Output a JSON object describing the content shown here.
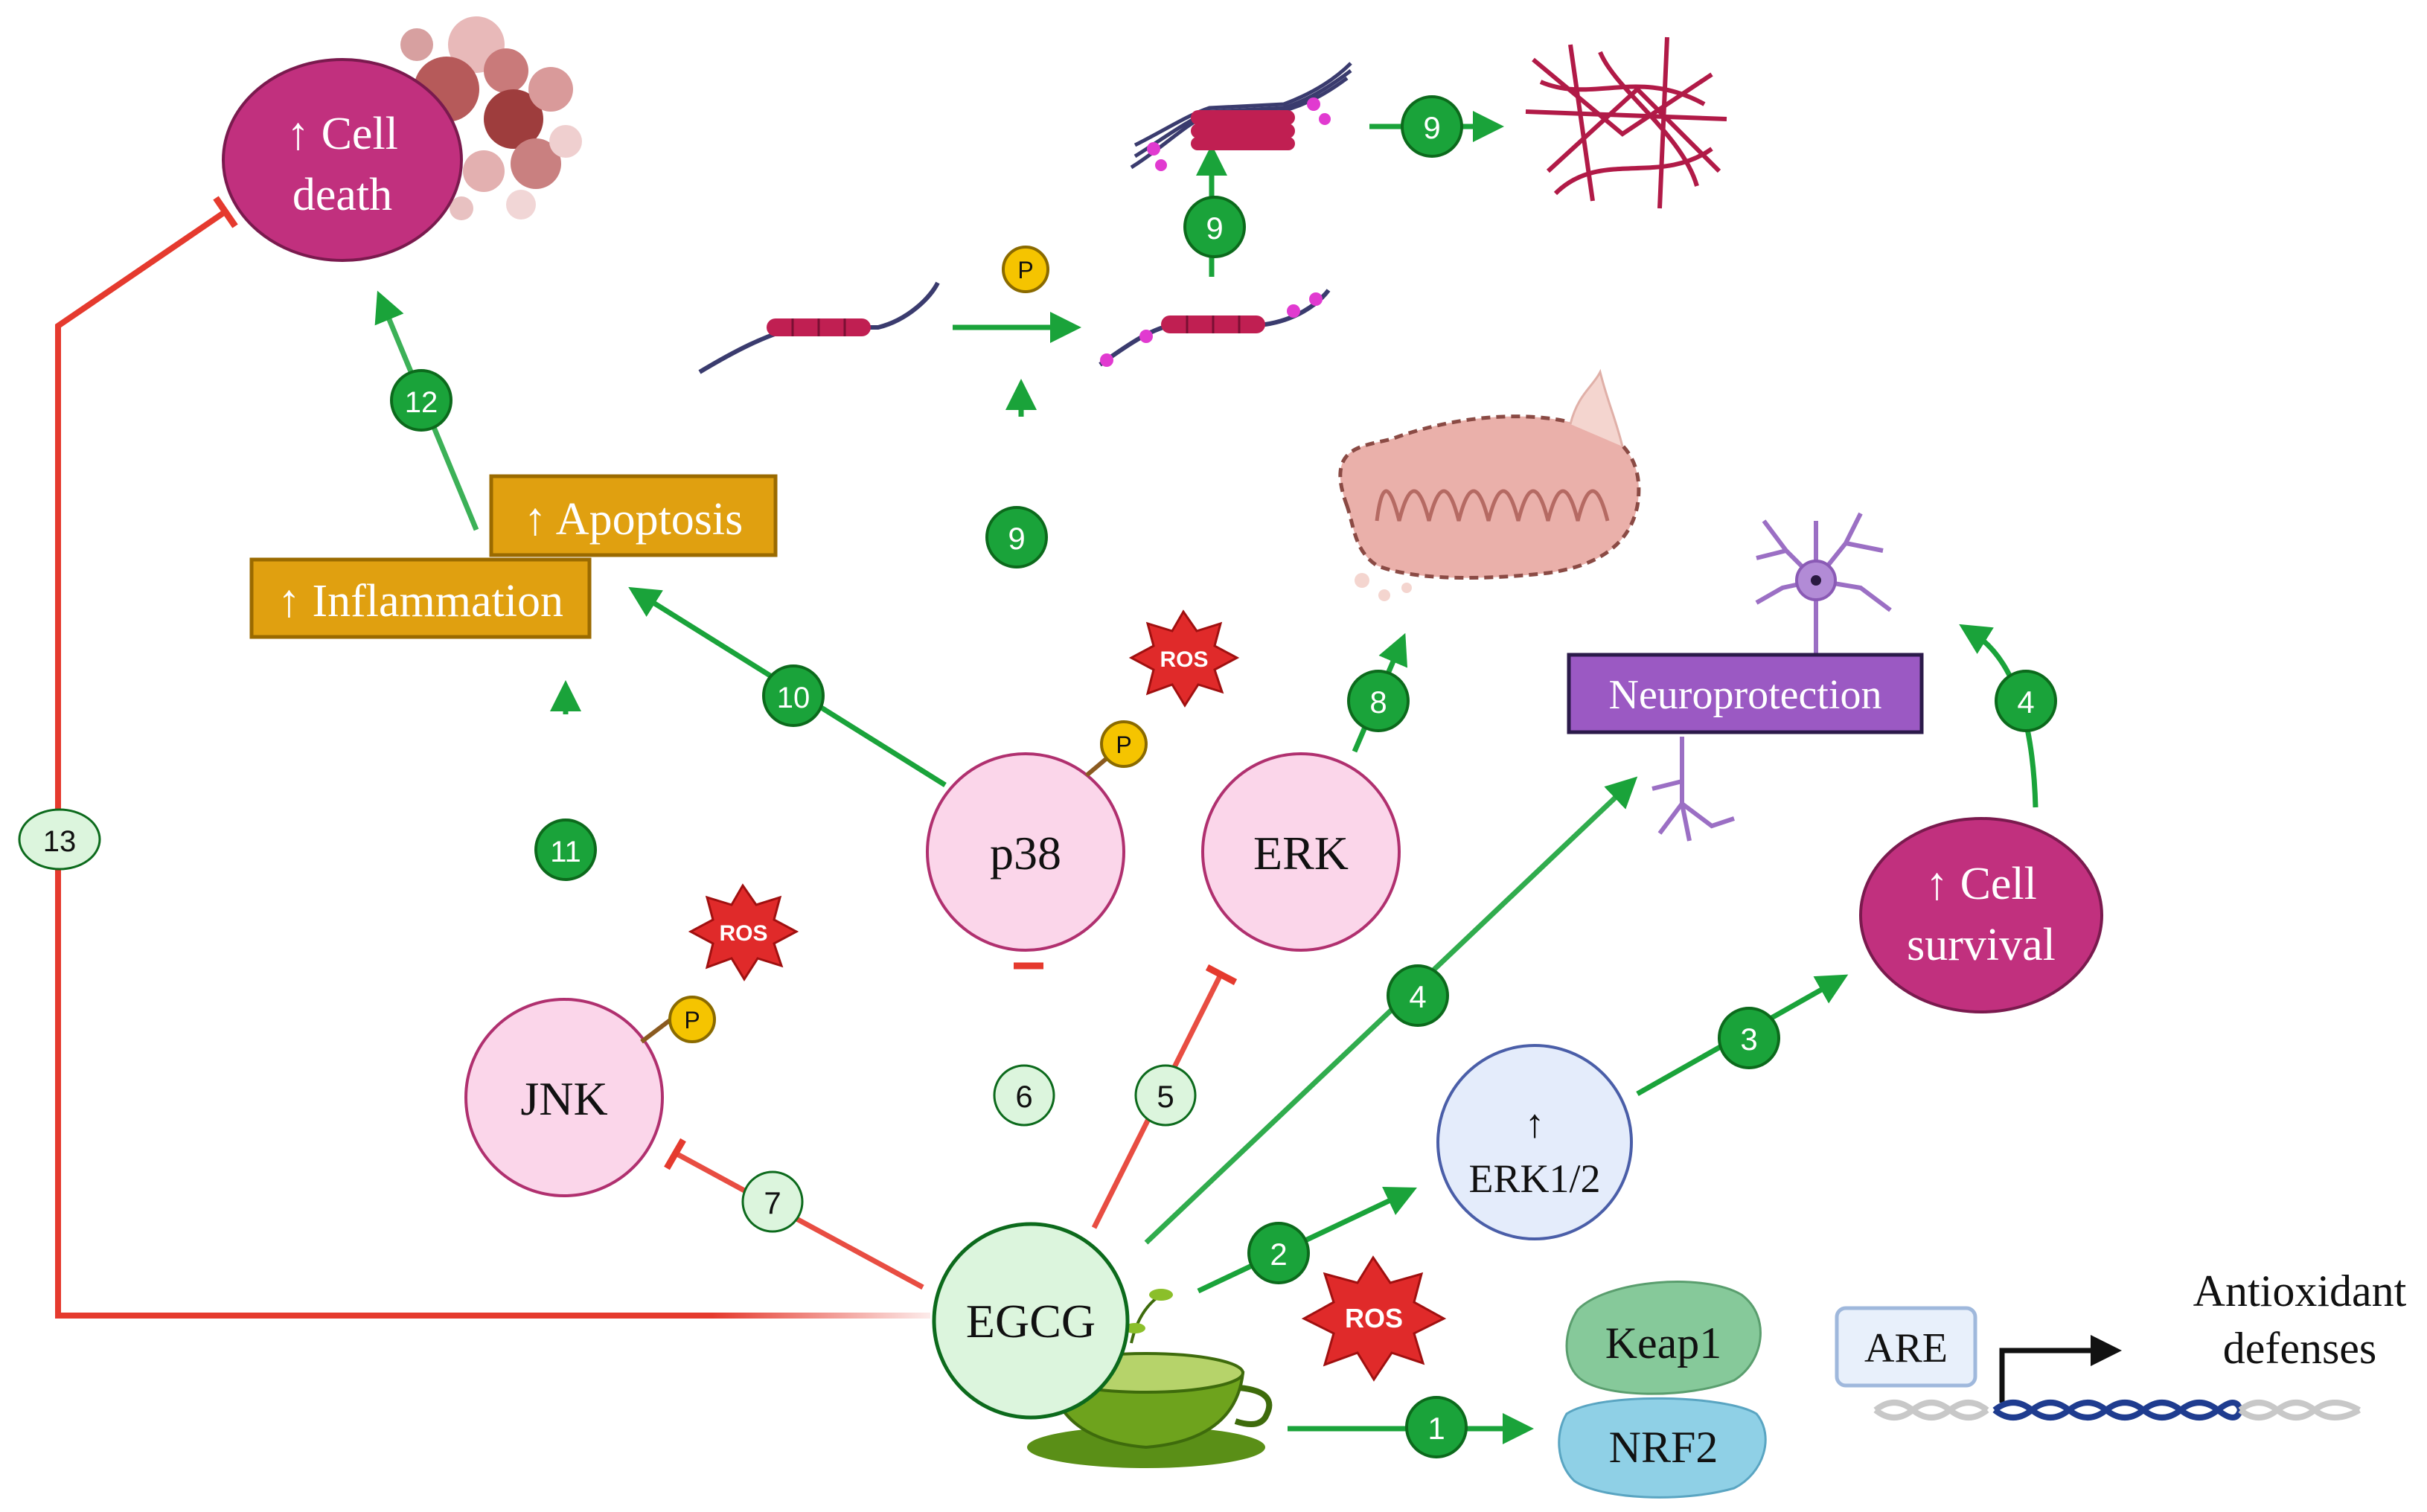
{
  "colors": {
    "green": "#1aa33a",
    "green_dark": "#0c7a26",
    "inhibit_red": "#e53a2e",
    "magenta": "#c1307e",
    "pink_node": "#fbd6ea",
    "light_green_node": "#dcf5dd",
    "orange": "#e0a010",
    "purple": "#9b59c3",
    "ros_red": "#e02a2a",
    "phospho_yellow": "#f5c400",
    "light_blue_node": "#e4ecfb",
    "keap1": "#86c99a",
    "nrf2": "#8fd0e6"
  },
  "outcomes": {
    "cell_death": "↑ Cell death",
    "cell_death_lines": [
      "↑ Cell",
      "death"
    ],
    "cell_survival_lines": [
      "↑ Cell",
      "survival"
    ],
    "apoptosis": "↑ Apoptosis",
    "inflammation": "↑ Inflammation",
    "neuroprotection": "Neuroprotection",
    "antioxidant_lines": [
      "Antioxidant",
      "defenses"
    ]
  },
  "nodes": {
    "p38": "p38",
    "erk": "ERK",
    "jnk": "JNK",
    "egcg": "EGCG",
    "erk12_arrow": "↑",
    "erk12": "ERK1/2",
    "keap1": "Keap1",
    "nrf2": "NRF2",
    "are": "ARE"
  },
  "badges": {
    "ros": "ROS",
    "phospho": "P"
  },
  "steps": {
    "s1": "1",
    "s2": "2",
    "s3": "3",
    "s4a": "4",
    "s4b": "4",
    "s5": "5",
    "s6": "6",
    "s7": "7",
    "s8": "8",
    "s9a": "9",
    "s9b": "9",
    "s9c": "9",
    "s10": "10",
    "s11": "11",
    "s12": "12",
    "s13": "13"
  }
}
